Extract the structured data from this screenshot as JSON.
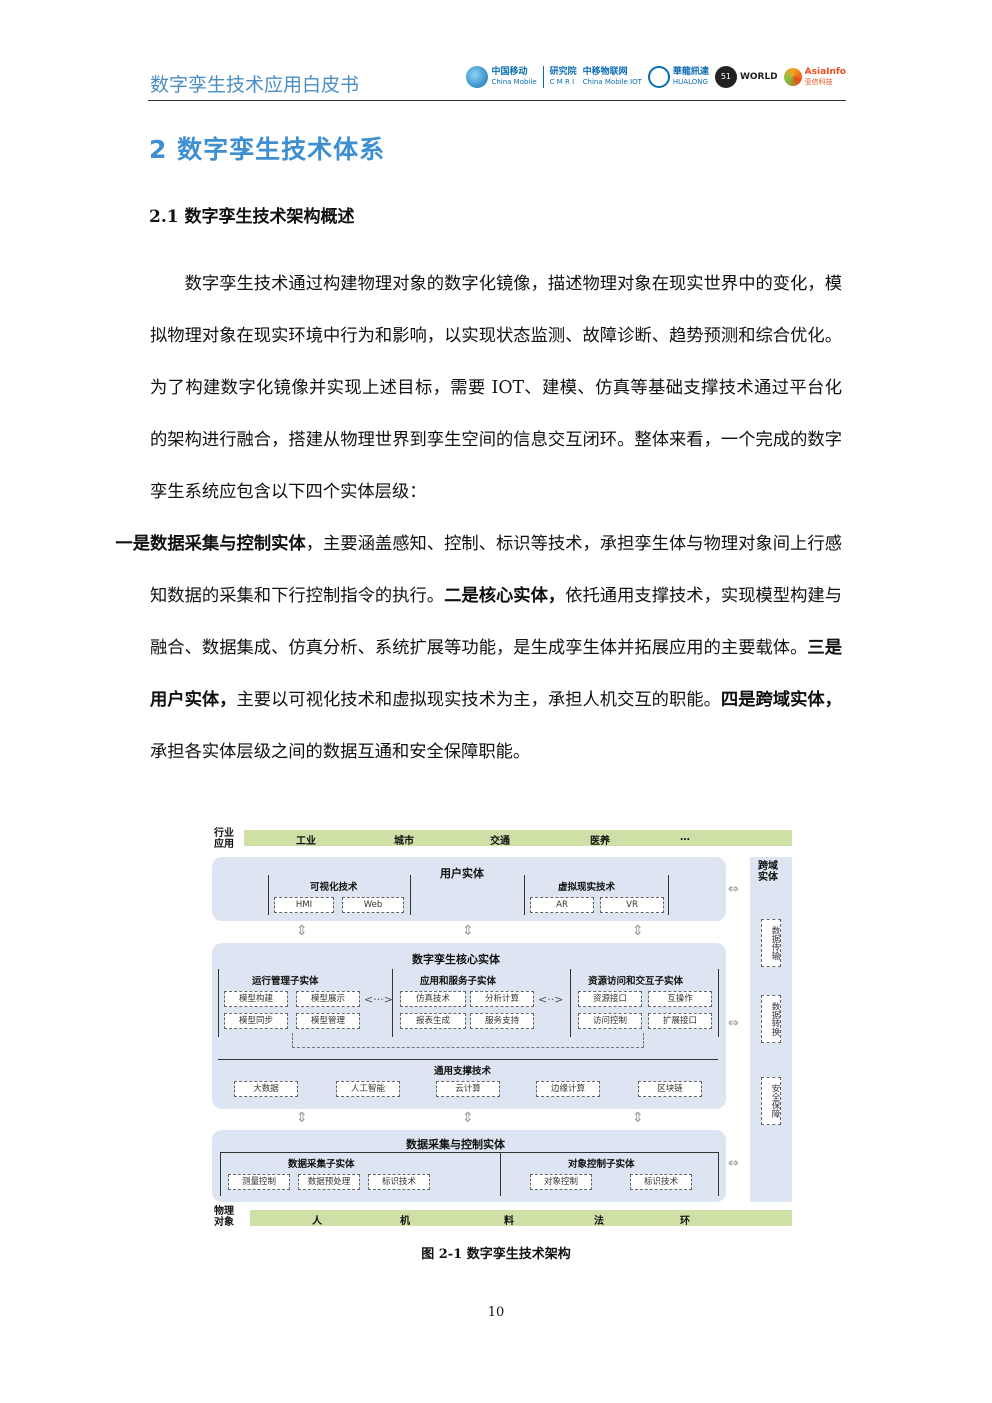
{
  "header": {
    "title": "数字孪生技术应用白皮书",
    "logos": [
      {
        "name": "中国移动",
        "sub": "China Mobile"
      },
      {
        "name": "研究院",
        "sub": "C M R I"
      },
      {
        "name": "中移物联网",
        "sub": "China Mobile IOT"
      },
      {
        "name": "華龍訊達",
        "sub": "HUALONG"
      },
      {
        "name": "WORLD",
        "sub": "51"
      },
      {
        "name": "AsiaInfo",
        "sub": "亚信科技"
      }
    ]
  },
  "section": {
    "h1": "2  数字孪生技术体系",
    "h2": "2.1  数字孪生技术架构概述"
  },
  "body": {
    "p1": "数字孪生技术通过构建物理对象的数字化镜像，描述物理对象在现实世界中的变化，模拟物理对象在现实环境中行为和影响，以实现状态监测、故障诊断、趋势预测和综合优化。为了构建数字化镜像并实现上述目标，需要 IOT、建模、仿真等基础支撑技术通过平台化的架构进行融合，搭建从物理世界到孪生空间的信息交互闭环。整体来看，一个完成的数字孪生系统应包含以下四个实体层级：",
    "b1": "一是数据采集与控制实体",
    "t1": "，主要涵盖感知、控制、标识等技术，承担孪生体与物理对象间上行感知数据的采集和下行控制指令的执行。",
    "b2": "二是核心实体，",
    "t2": "依托通用支撑技术，实现模型构建与融合、数据集成、仿真分析、系统扩展等功能，是生成孪生体并拓展应用的主要载体。",
    "b3": "三是用户实体，",
    "t3": "主要以可视化技术和虚拟现实技术为主，承担人机交互的职能。",
    "b4": "四是跨域实体，",
    "t4": "承担各实体层级之间的数据互通和安全保障职能。"
  },
  "diagram": {
    "industry_label": "行业应用",
    "industry": [
      "工业",
      "城市",
      "交通",
      "医养",
      "…"
    ],
    "user": {
      "title": "用户实体",
      "vis_title": "可视化技术",
      "vis": [
        "HMI",
        "Web"
      ],
      "vr_title": "虚拟现实技术",
      "vr": [
        "AR",
        "VR"
      ]
    },
    "core": {
      "title": "数字孪生核心实体",
      "ops_title": "运行管理子实体",
      "ops": [
        "模型构建",
        "模型展示",
        "模型同步",
        "模型管理"
      ],
      "app_title": "应用和服务子实体",
      "app": [
        "仿真技术",
        "分析计算",
        "报表生成",
        "服务支持"
      ],
      "res_title": "资源访问和交互子实体",
      "res": [
        "资源接口",
        "互操作",
        "访问控制",
        "扩展接口"
      ],
      "support_title": "通用支撑技术",
      "support": [
        "大数据",
        "人工智能",
        "云计算",
        "边缘计算",
        "区块链"
      ]
    },
    "acq": {
      "title": "数据采集与控制实体",
      "data_title": "数据采集子实体",
      "data": [
        "测量控制",
        "数据预处理",
        "标识技术"
      ],
      "obj_title": "对象控制子实体",
      "obj": [
        "对象控制",
        "标识技术"
      ]
    },
    "cross": {
      "title": "跨域实体",
      "items": [
        "数据传输",
        "数据转换",
        "安全保障"
      ]
    },
    "physical_label": "物理对象",
    "physical": [
      "人",
      "机",
      "料",
      "法",
      "环"
    ]
  },
  "caption": "图 2-1  数字孪生技术架构",
  "page_number": "10"
}
